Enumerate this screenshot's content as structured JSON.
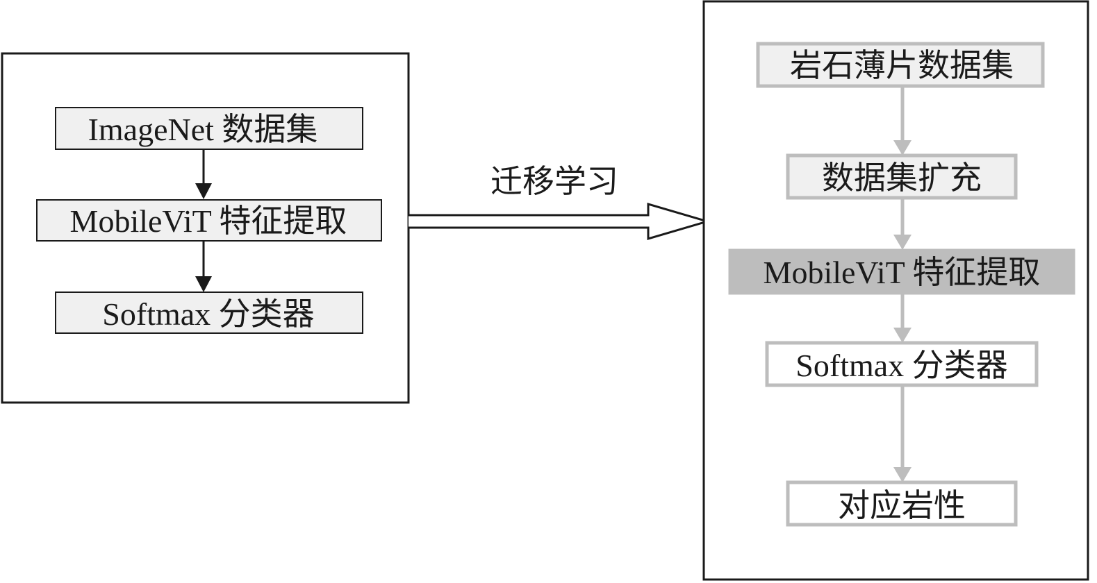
{
  "left_panel": {
    "nodes": [
      {
        "label": "ImageNet 数据集"
      },
      {
        "label": "MobileViT 特征提取"
      },
      {
        "label": "Softmax 分类器"
      }
    ]
  },
  "transfer": {
    "label": "迁移学习"
  },
  "right_panel": {
    "nodes": [
      {
        "label": "岩石薄片数据集"
      },
      {
        "label": "数据集扩充"
      },
      {
        "label": "MobileViT 特征提取"
      },
      {
        "label": "Softmax 分类器"
      },
      {
        "label": "对应岩性"
      }
    ]
  },
  "colors": {
    "dark_stroke": "#1a1a1a",
    "light_fill": "#f0f0f0",
    "gray_stroke": "#bdbdbd",
    "highlight_fill": "#bdbdbd",
    "white_fill": "#ffffff"
  }
}
